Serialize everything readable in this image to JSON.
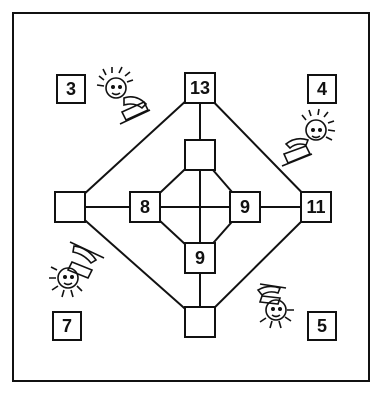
{
  "puzzle": {
    "corner_numbers": {
      "top_left": "3",
      "top_right": "4",
      "bottom_left": "7",
      "bottom_right": "5"
    },
    "outer_nodes": {
      "top": "13",
      "left": "",
      "right": "11",
      "bottom": ""
    },
    "inner_nodes": {
      "top": "",
      "left": "8",
      "right": "9",
      "bottom": "9"
    }
  },
  "colors": {
    "ink": "#111111",
    "background": "#ffffff"
  },
  "icons": [
    "child-with-phone-icon"
  ]
}
